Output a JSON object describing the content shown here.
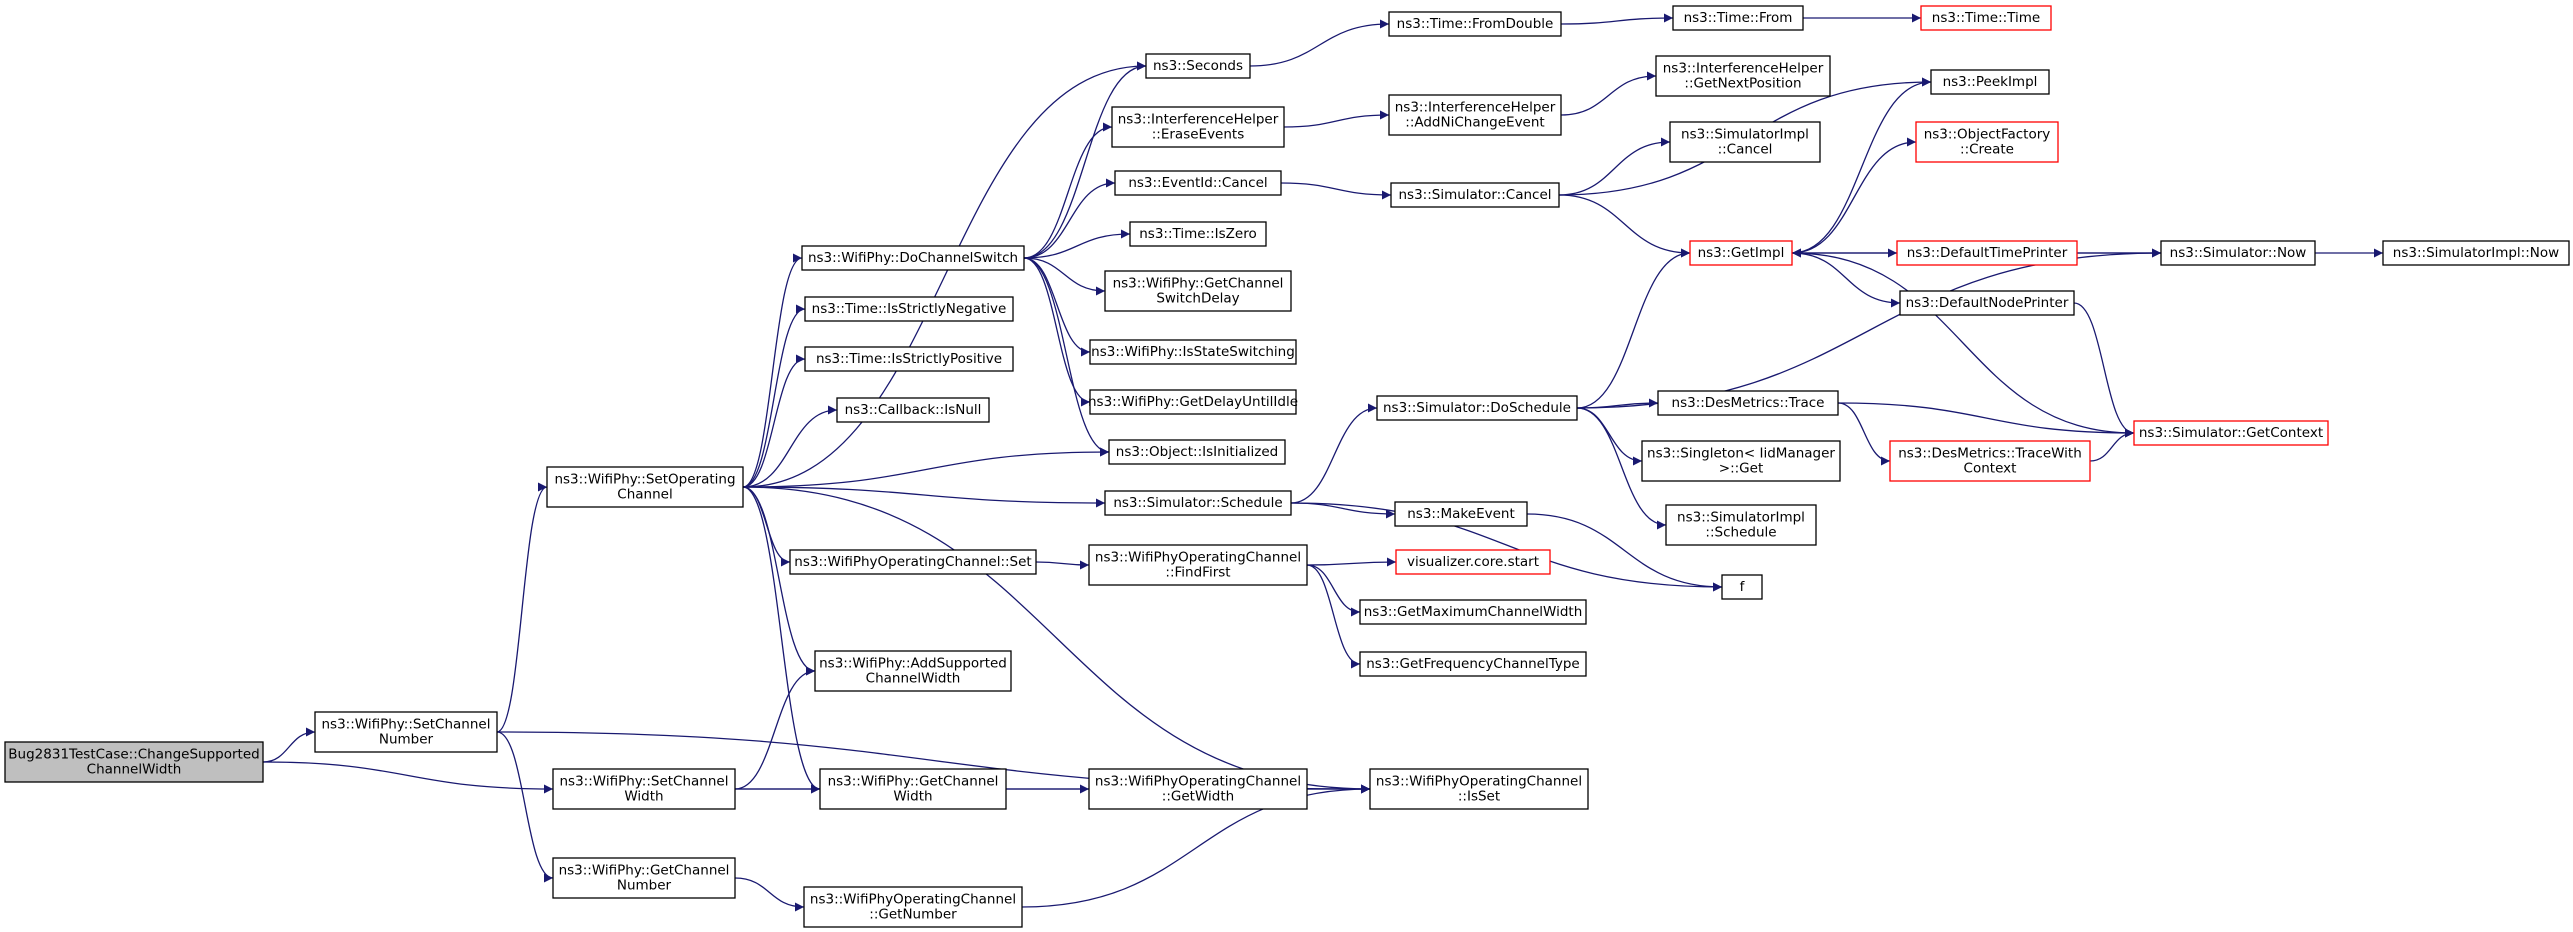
{
  "nodes": [
    {
      "id": "root",
      "lines": [
        "Bug2831TestCase::ChangeSupported",
        "ChannelWidth"
      ],
      "style": "root"
    },
    {
      "id": "setChannelNumber",
      "lines": [
        "ns3::WifiPhy::SetChannel",
        "Number"
      ]
    },
    {
      "id": "setChannelWidth",
      "lines": [
        "ns3::WifiPhy::SetChannel",
        "Width"
      ]
    },
    {
      "id": "getChannelNumber",
      "lines": [
        "ns3::WifiPhy::GetChannel",
        "Number"
      ]
    },
    {
      "id": "setOperatingChannel",
      "lines": [
        "ns3::WifiPhy::SetOperating",
        "Channel"
      ]
    },
    {
      "id": "getChannelWidth",
      "lines": [
        "ns3::WifiPhy::GetChannel",
        "Width"
      ]
    },
    {
      "id": "addSupportedChannelWidth",
      "lines": [
        "ns3::WifiPhy::AddSupported",
        "ChannelWidth"
      ]
    },
    {
      "id": "opChanGetNumber",
      "lines": [
        "ns3::WifiPhyOperatingChannel",
        "::GetNumber"
      ]
    },
    {
      "id": "opChanGetWidth",
      "lines": [
        "ns3::WifiPhyOperatingChannel",
        "::GetWidth"
      ]
    },
    {
      "id": "opChanIsSet",
      "lines": [
        "ns3::WifiPhyOperatingChannel",
        "::IsSet"
      ]
    },
    {
      "id": "opChanSet",
      "lines": [
        "ns3::WifiPhyOperatingChannel::Set"
      ]
    },
    {
      "id": "opChanFindFirst",
      "lines": [
        "ns3::WifiPhyOperatingChannel",
        "::FindFirst"
      ]
    },
    {
      "id": "visualizer",
      "lines": [
        "visualizer.core.start"
      ],
      "style": "trunc"
    },
    {
      "id": "getMaxChannelWidth",
      "lines": [
        "ns3::GetMaximumChannelWidth"
      ]
    },
    {
      "id": "getFreqChannelType",
      "lines": [
        "ns3::GetFrequencyChannelType"
      ]
    },
    {
      "id": "f",
      "lines": [
        "f"
      ]
    },
    {
      "id": "simSchedule",
      "lines": [
        "ns3::Simulator::Schedule"
      ]
    },
    {
      "id": "makeEvent",
      "lines": [
        "ns3::MakeEvent"
      ]
    },
    {
      "id": "simImplSchedule",
      "lines": [
        "ns3::SimulatorImpl",
        "::Schedule"
      ]
    },
    {
      "id": "singletonGet",
      "lines": [
        "ns3::Singleton< IidManager",
        ">::Get"
      ]
    },
    {
      "id": "desMetricsTrace",
      "lines": [
        "ns3::DesMetrics::Trace"
      ]
    },
    {
      "id": "desMetricsTraceWithContext",
      "lines": [
        "ns3::DesMetrics::TraceWith",
        "Context"
      ],
      "style": "trunc"
    },
    {
      "id": "simGetContext",
      "lines": [
        "ns3::Simulator::GetContext"
      ],
      "style": "trunc"
    },
    {
      "id": "simDoSchedule",
      "lines": [
        "ns3::Simulator::DoSchedule"
      ]
    },
    {
      "id": "objIsInitialized",
      "lines": [
        "ns3::Object::IsInitialized"
      ]
    },
    {
      "id": "callbackIsNull",
      "lines": [
        "ns3::Callback::IsNull"
      ]
    },
    {
      "id": "timeIsStrictlyPositive",
      "lines": [
        "ns3::Time::IsStrictlyPositive"
      ]
    },
    {
      "id": "timeIsStrictlyNegative",
      "lines": [
        "ns3::Time::IsStrictlyNegative"
      ]
    },
    {
      "id": "doChannelSwitch",
      "lines": [
        "ns3::WifiPhy::DoChannelSwitch"
      ]
    },
    {
      "id": "getDelayUntilIdle",
      "lines": [
        "ns3::WifiPhy::GetDelayUntilIdle"
      ]
    },
    {
      "id": "isStateSwitching",
      "lines": [
        "ns3::WifiPhy::IsStateSwitching"
      ]
    },
    {
      "id": "getChannelSwitchDelay",
      "lines": [
        "ns3::WifiPhy::GetChannel",
        "SwitchDelay"
      ]
    },
    {
      "id": "timeIsZero",
      "lines": [
        "ns3::Time::IsZero"
      ]
    },
    {
      "id": "eventIdCancel",
      "lines": [
        "ns3::EventId::Cancel"
      ]
    },
    {
      "id": "eraseEvents",
      "lines": [
        "ns3::InterferenceHelper",
        "::EraseEvents"
      ]
    },
    {
      "id": "seconds",
      "lines": [
        "ns3::Seconds"
      ]
    },
    {
      "id": "timeFromDouble",
      "lines": [
        "ns3::Time::FromDouble"
      ]
    },
    {
      "id": "timeFrom",
      "lines": [
        "ns3::Time::From"
      ]
    },
    {
      "id": "timeTime",
      "lines": [
        "ns3::Time::Time"
      ],
      "style": "trunc"
    },
    {
      "id": "addNiChangeEvent",
      "lines": [
        "ns3::InterferenceHelper",
        "::AddNiChangeEvent"
      ]
    },
    {
      "id": "getNextPosition",
      "lines": [
        "ns3::InterferenceHelper",
        "::GetNextPosition"
      ]
    },
    {
      "id": "simCancel",
      "lines": [
        "ns3::Simulator::Cancel"
      ]
    },
    {
      "id": "simImplCancel",
      "lines": [
        "ns3::SimulatorImpl",
        "::Cancel"
      ]
    },
    {
      "id": "getImpl",
      "lines": [
        "ns3::GetImpl"
      ],
      "style": "trunc"
    },
    {
      "id": "peekImpl",
      "lines": [
        "ns3::PeekImpl"
      ]
    },
    {
      "id": "objFactoryCreate",
      "lines": [
        "ns3::ObjectFactory",
        "::Create"
      ],
      "style": "trunc"
    },
    {
      "id": "defaultTimePrinter",
      "lines": [
        "ns3::DefaultTimePrinter"
      ],
      "style": "trunc"
    },
    {
      "id": "defaultNodePrinter",
      "lines": [
        "ns3::DefaultNodePrinter"
      ]
    },
    {
      "id": "simNow",
      "lines": [
        "ns3::Simulator::Now"
      ]
    },
    {
      "id": "simImplNow",
      "lines": [
        "ns3::SimulatorImpl::Now"
      ]
    }
  ],
  "edges": [
    [
      "root",
      "setChannelNumber"
    ],
    [
      "root",
      "setChannelWidth"
    ],
    [
      "setChannelNumber",
      "setOperatingChannel"
    ],
    [
      "setChannelNumber",
      "getChannelNumber"
    ],
    [
      "setChannelNumber",
      "opChanIsSet"
    ],
    [
      "setChannelWidth",
      "getChannelWidth"
    ],
    [
      "setChannelWidth",
      "addSupportedChannelWidth"
    ],
    [
      "setChannelWidth",
      "opChanIsSet"
    ],
    [
      "getChannelNumber",
      "opChanGetNumber"
    ],
    [
      "opChanGetNumber",
      "opChanIsSet"
    ],
    [
      "getChannelWidth",
      "opChanGetWidth"
    ],
    [
      "opChanGetWidth",
      "opChanIsSet"
    ],
    [
      "setOperatingChannel",
      "seconds"
    ],
    [
      "setOperatingChannel",
      "doChannelSwitch"
    ],
    [
      "setOperatingChannel",
      "timeIsStrictlyNegative"
    ],
    [
      "setOperatingChannel",
      "timeIsStrictlyPositive"
    ],
    [
      "setOperatingChannel",
      "callbackIsNull"
    ],
    [
      "setOperatingChannel",
      "objIsInitialized"
    ],
    [
      "setOperatingChannel",
      "simSchedule"
    ],
    [
      "setOperatingChannel",
      "opChanSet"
    ],
    [
      "setOperatingChannel",
      "addSupportedChannelWidth"
    ],
    [
      "setOperatingChannel",
      "getChannelWidth"
    ],
    [
      "setOperatingChannel",
      "opChanIsSet"
    ],
    [
      "opChanSet",
      "opChanFindFirst"
    ],
    [
      "opChanFindFirst",
      "visualizer"
    ],
    [
      "opChanFindFirst",
      "getMaxChannelWidth"
    ],
    [
      "opChanFindFirst",
      "getFreqChannelType"
    ],
    [
      "simSchedule",
      "simDoSchedule"
    ],
    [
      "simSchedule",
      "makeEvent"
    ],
    [
      "simSchedule",
      "f"
    ],
    [
      "makeEvent",
      "f"
    ],
    [
      "simDoSchedule",
      "getImpl"
    ],
    [
      "simDoSchedule",
      "simNow"
    ],
    [
      "simDoSchedule",
      "desMetricsTrace"
    ],
    [
      "simDoSchedule",
      "singletonGet"
    ],
    [
      "simDoSchedule",
      "simImplSchedule"
    ],
    [
      "desMetricsTrace",
      "desMetricsTraceWithContext"
    ],
    [
      "desMetricsTrace",
      "simGetContext"
    ],
    [
      "desMetricsTraceWithContext",
      "simGetContext"
    ],
    [
      "simGetContext",
      "getImpl"
    ],
    [
      "doChannelSwitch",
      "seconds"
    ],
    [
      "doChannelSwitch",
      "eraseEvents"
    ],
    [
      "doChannelSwitch",
      "eventIdCancel"
    ],
    [
      "doChannelSwitch",
      "timeIsZero"
    ],
    [
      "doChannelSwitch",
      "getChannelSwitchDelay"
    ],
    [
      "doChannelSwitch",
      "isStateSwitching"
    ],
    [
      "doChannelSwitch",
      "getDelayUntilIdle"
    ],
    [
      "doChannelSwitch",
      "objIsInitialized"
    ],
    [
      "seconds",
      "timeFromDouble"
    ],
    [
      "timeFromDouble",
      "timeFrom"
    ],
    [
      "timeFrom",
      "timeTime"
    ],
    [
      "eraseEvents",
      "addNiChangeEvent"
    ],
    [
      "addNiChangeEvent",
      "getNextPosition"
    ],
    [
      "eventIdCancel",
      "simCancel"
    ],
    [
      "simCancel",
      "simImplCancel"
    ],
    [
      "simCancel",
      "getImpl"
    ],
    [
      "simCancel",
      "peekImpl"
    ],
    [
      "getImpl",
      "peekImpl"
    ],
    [
      "getImpl",
      "objFactoryCreate"
    ],
    [
      "getImpl",
      "defaultTimePrinter"
    ],
    [
      "getImpl",
      "defaultNodePrinter"
    ],
    [
      "defaultTimePrinter",
      "simNow"
    ],
    [
      "defaultNodePrinter",
      "simGetContext"
    ],
    [
      "simNow",
      "getImpl"
    ],
    [
      "simNow",
      "simImplNow"
    ]
  ]
}
